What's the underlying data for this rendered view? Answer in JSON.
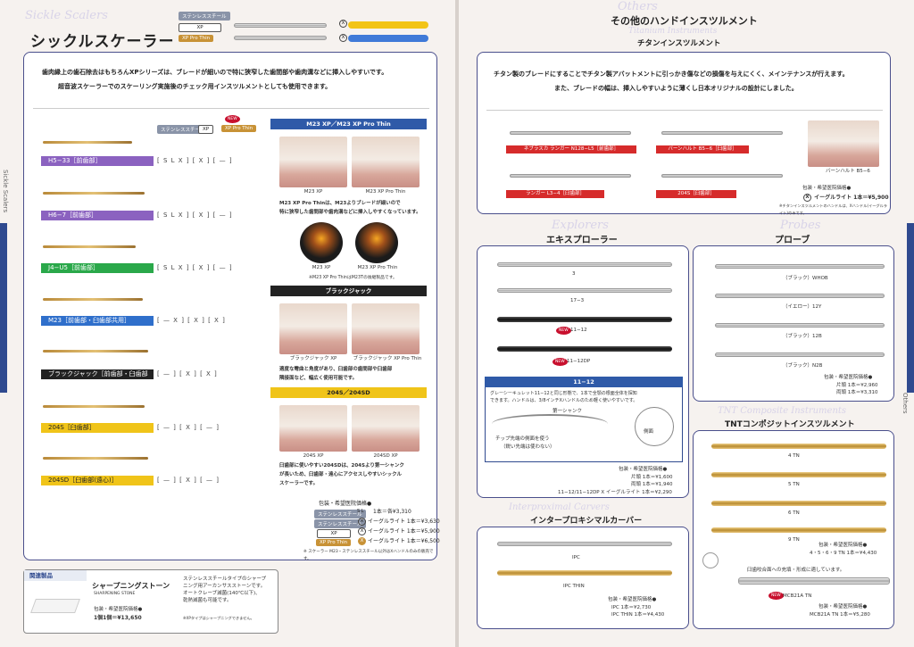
{
  "left": {
    "watermark": "Sickle Scalers",
    "title": "シックルスケーラー",
    "legend": {
      "ss": "ステンレススチール",
      "xp": "XP",
      "pro": "XP Pro Thin"
    },
    "legend_symbols": {
      "s": "S",
      "x": "X"
    },
    "intro": [
      "歯肉縁上の歯石除去はもちろんXPシリーズは、ブレードが細いので特に狭窄した歯間部や歯肉溝などに挿入しやすいです。",
      "超音波スケーラーでのスケーリング実施後のチェック用インスツルメントとしても使用できます。"
    ],
    "mini_legend": {
      "ss": "ステンレススチール",
      "xp": "XP",
      "pro": "XP Pro Thin",
      "new": "NEW"
    },
    "instruments": [
      {
        "label": "H5−33［前歯部］",
        "symbols": "[ S L X ] [ X ] [ — ]"
      },
      {
        "label": "H6−7［前歯部］",
        "symbols": "[ S L X ] [ X ] [ — ]"
      },
      {
        "label": "J4−U5［前歯部］",
        "symbols": "[ S L X ] [ X ] [ — ]"
      },
      {
        "label": "M23［前歯部・臼歯部共用］",
        "symbols": "[ — X ] [ X ] [ X ]"
      },
      {
        "label": "ブラックジャック［前歯部・臼歯部共用］",
        "symbols": "[ — ] [ X ] [ X ]"
      },
      {
        "label": "204S［臼歯部］",
        "symbols": "[ — ] [ X ] [ — ]"
      },
      {
        "label": "204SD［臼歯部(遠心)］",
        "symbols": "[ — ] [ X ] [ — ]"
      }
    ],
    "m23": {
      "head": "M23 XP／M23 XP Pro Thin",
      "cap1": "M23 XP",
      "cap2": "M23 XP Pro Thin",
      "desc": [
        "M23 XP Pro Thinは、M23よりブレードが細いので",
        "特に狭窄した歯間部や歯肉溝などに挿入しやすくなっています。"
      ],
      "cap3": "M23 XP",
      "cap4": "M23 XP Pro Thin",
      "note": "※M23 XP Pro ThinはM23Tの後継製品です。"
    },
    "bj": {
      "head": "ブラックジャック",
      "cap1": "ブラックジャック XP",
      "cap2": "ブラックジャック XP Pro Thin",
      "desc": [
        "適度な彎曲と角度があり、臼歯部の歯間部や臼歯部",
        "隣接面など、幅広く使用可能です。"
      ]
    },
    "s204": {
      "head": "204S／204SD",
      "cap1": "204S XP",
      "cap2": "204SD XP",
      "desc": [
        "臼歯部に使いやすい204SDは、204Sより第一シャンク",
        "が長いため、臼歯部・遠心にアクセスしやすいシックル",
        "スケーラーです。"
      ]
    },
    "prices": {
      "head": "包装・希望医院価格●",
      "rows": [
        {
          "badge": "ステンレススチール",
          "sym": "S L",
          "text": "1本＝各¥3,310"
        },
        {
          "badge": "ステンレススチール",
          "sym": "X",
          "text": "イーグルライト 1本＝¥3,630"
        },
        {
          "badge": "XP",
          "sym": "X",
          "text": "イーグルライト 1本＝¥5,900"
        },
        {
          "badge": "XP Pro Thin",
          "sym": "X",
          "text": "イーグルライト 1本＝¥6,500"
        }
      ],
      "note": "※ スケーラー M23・ステンレススチール以外はXハンドルのみの販売です。"
    },
    "related": {
      "head": "関連製品",
      "title": "シャープニングストーン",
      "subtitle": "SHARPENING STONE",
      "desc": [
        "ステンレススチールタイプのシャープ",
        "ニング用アーカンサスストーンです。",
        "オートクレーブ滅菌(140℃以下)、",
        "乾熱滅菌も可能です。"
      ],
      "price_head": "包装・希望医院価格●",
      "price": "1個1個＝¥13,650",
      "note": "※XPタイプはシャープニングできません。"
    },
    "side_label": "Sickle Scalers"
  },
  "right": {
    "watermark_top": "Others",
    "title": "その他のハンドインスツルメント",
    "watermark_sub": "Titanium Instruments",
    "subtitle": "チタンインスツルメント",
    "intro": [
      "チタン製のブレードにすることでチタン製アバットメントに引っかき傷などの損傷を与えにくく、メインテナンスが行えます。",
      "また、ブレードの幅は、挿入しやすいように薄くし日本オリジナルの設計にしました。"
    ],
    "titanium": [
      {
        "label": "ネブラスカ ランガー N128−L5［前歯部］"
      },
      {
        "label": "ランガー L3−4［臼歯部］"
      },
      {
        "label": "バーンハルト B5−6［臼歯部］"
      },
      {
        "label": "204S［臼歯部］"
      }
    ],
    "titanium_photo_cap": "バーンハルト B5−6",
    "titanium_price_head": "包装・希望医院価格●",
    "titanium_price": "イーグルライト 1本＝¥5,900",
    "titanium_note": "※チタンインスツルメントのハンドルは、Xハンドル(イーグルライト)のみです。",
    "explorers": {
      "watermark": "Explorers",
      "title": "エキスプローラー",
      "items": [
        "3",
        "17−3",
        "11−12",
        "11−12DP"
      ],
      "new": "NEW",
      "head": "11−12",
      "desc": [
        "グレーシーキュレット11−12と同じ形態で、1本で全顎の根面全体を探知",
        "できます。ハンドルは、3/8インチXハンドルのため軽く使いやすいです。"
      ],
      "label_shank": "第一シャンク",
      "label_tip": "チップ先端の側面を使う",
      "label_tip2": "（鋭い先端は使わない）",
      "label_side": "側面",
      "price_head": "包装・希望医院価格●",
      "prices": [
        "片頭 1本＝¥1,600",
        "両頭 1本＝¥1,940"
      ],
      "price_dp": "11−12/11−12DP X イーグルライト 1本＝¥2,290"
    },
    "probes": {
      "watermark": "Probes",
      "title": "プローブ",
      "items": [
        "（ブラック）WHOB",
        "（イエロー）12Y",
        "（ブラック）12B",
        "（ブラック）N2B"
      ],
      "price_head": "包装・希望医院価格●",
      "prices": [
        "片頭 1本＝¥2,960",
        "両頭 1本＝¥3,310"
      ]
    },
    "carvers": {
      "watermark": "Interproximal Carvers",
      "title": "インタープロキシマルカーバー",
      "items": [
        "IPC",
        "IPC THIN"
      ],
      "price_head": "包装・希望医院価格●",
      "prices": [
        "IPC 1本＝¥2,730",
        "IPC THIN 1本＝¥4,430"
      ]
    },
    "tnt": {
      "watermark": "TNT Composite Instruments",
      "title": "TNTコンポジットインスツルメント",
      "items": [
        "4 TN",
        "5 TN",
        "6 TN",
        "9 TN"
      ],
      "price_head": "包装・希望医院価格●",
      "price": "4・5・6・9 TN 1本＝¥4,430",
      "desc": "臼歯咬合面への充填・形成に適しています。",
      "new": "NEW",
      "mcb": "MCB21A TN",
      "mcb_price_head": "包装・希望医院価格●",
      "mcb_price": "MCB21A TN 1本＝¥5,280"
    },
    "side_label": "Others"
  }
}
